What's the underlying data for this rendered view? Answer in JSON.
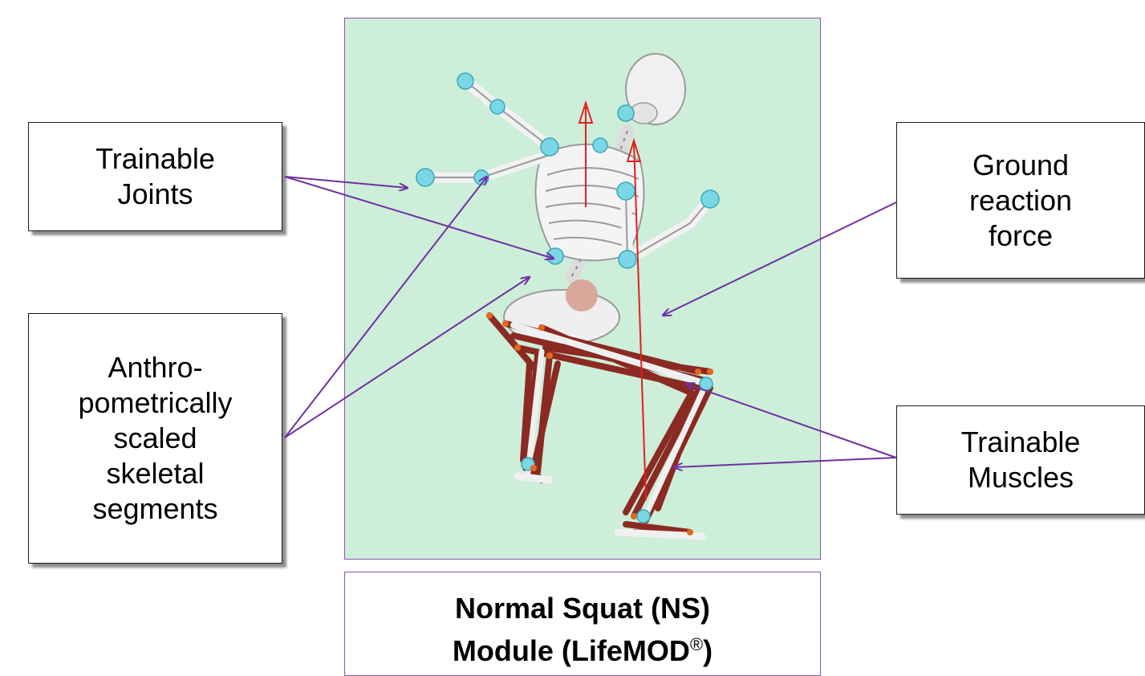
{
  "labels": {
    "trainable_joints": "Trainable\nJoints",
    "anthropometric": "Anthro-\npometrically\nscaled\nskeletal\nsegments",
    "ground_reaction": "Ground\nreaction\nforce",
    "trainable_muscles": "Trainable\nMuscles"
  },
  "caption": {
    "line1": "Normal Squat (NS)",
    "line2_prefix": "Module (LifeMOD",
    "registered": "®",
    "line2_suffix": ")"
  },
  "colors": {
    "panel_background": "#cdeed9",
    "panel_border": "#8a55b0",
    "arrow": "#7030a0",
    "muscle": "#8b2a22",
    "bone": "#f2f2f2",
    "joint": "#7ad7e6",
    "force_vector": "#e02020"
  }
}
